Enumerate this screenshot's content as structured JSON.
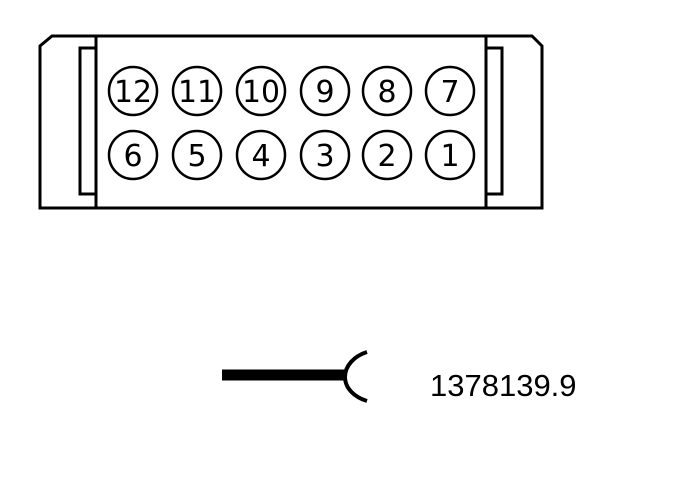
{
  "connector": {
    "top_row_pins": [
      "12",
      "11",
      "10",
      "9",
      "8",
      "7"
    ],
    "bottom_row_pins": [
      "6",
      "5",
      "4",
      "3",
      "2",
      "1"
    ]
  },
  "legend": {
    "part_number": "1378139.9"
  },
  "colors": {
    "line": "#000000",
    "background": "#ffffff"
  }
}
